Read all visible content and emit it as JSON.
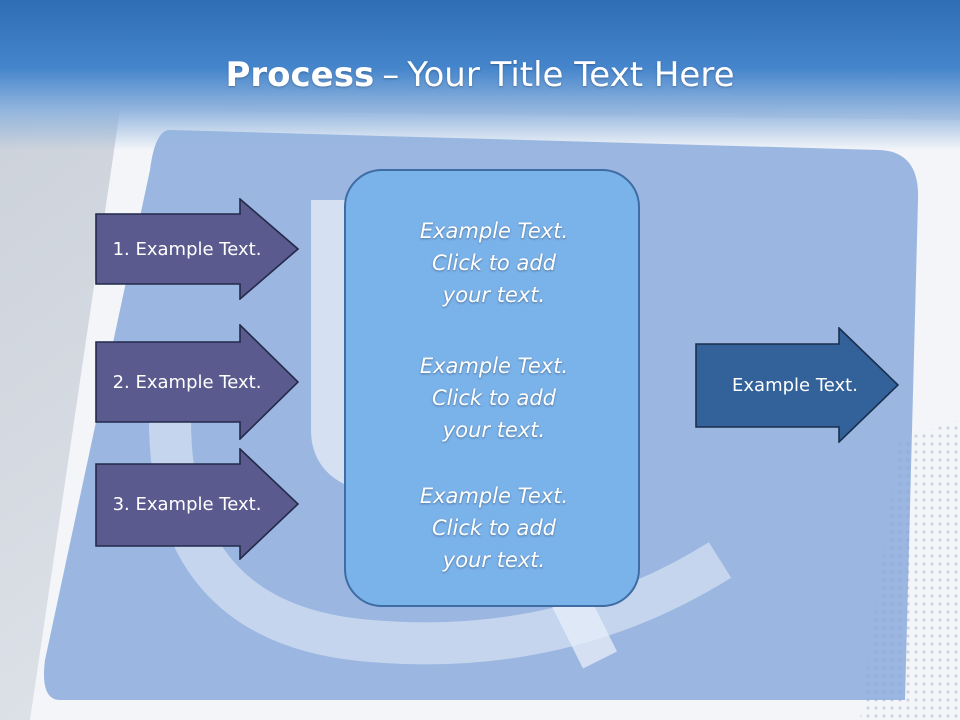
{
  "slide": {
    "title_bold": "Process",
    "title_sep": "–",
    "title_rest": "Your Title Text Here"
  },
  "inputs": [
    {
      "label": "1. Example Text."
    },
    {
      "label": "2. Example Text."
    },
    {
      "label": "3. Example Text."
    }
  ],
  "center_blocks": [
    {
      "text": "Example Text.\nClick  to add\nyour text."
    },
    {
      "text": "Example Text.\nClick  to add\nyour text."
    },
    {
      "text": "Example Text.\nClick  to add\nyour text."
    }
  ],
  "output": {
    "label": "Example Text."
  },
  "colors": {
    "input_arrow": "#5b5a8e",
    "output_arrow": "#33619a",
    "center_box": "#7ab2ea"
  }
}
